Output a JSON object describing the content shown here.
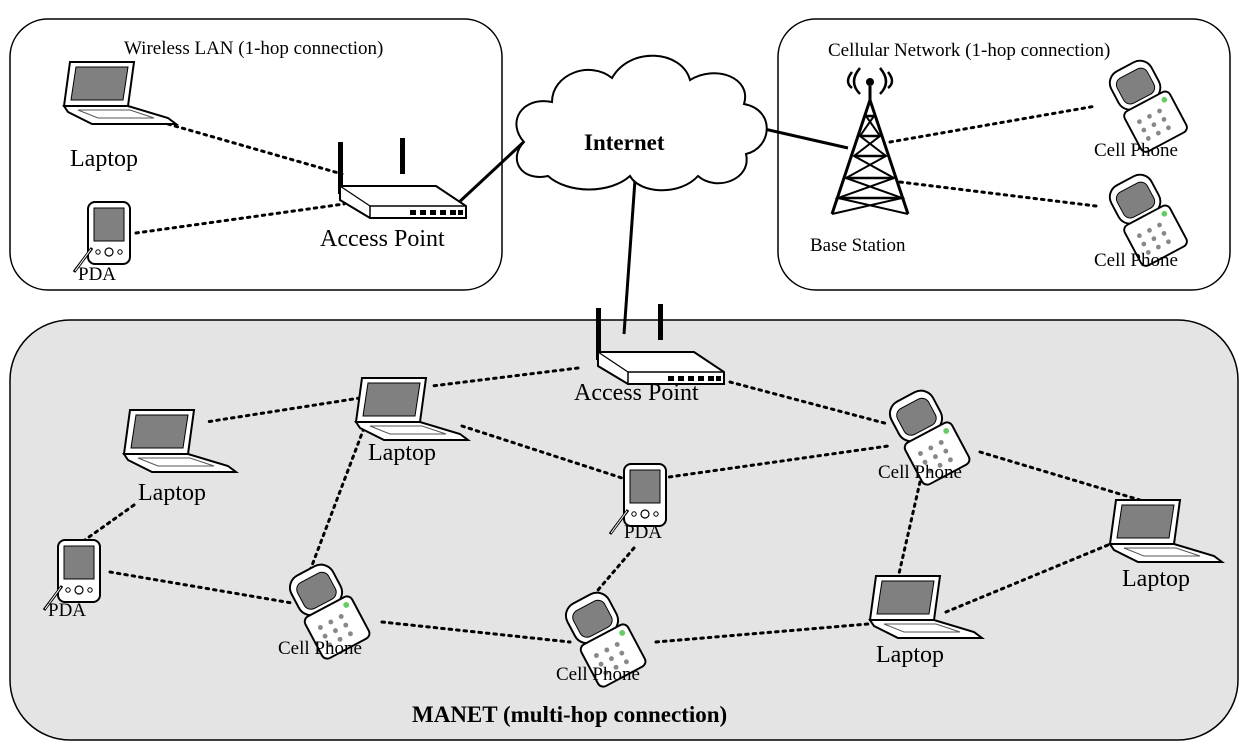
{
  "colors": {
    "manet_fill": "#e4e4e4",
    "screen": "#808080",
    "ink": "#000000"
  },
  "icons": {
    "laptop": "laptop-icon",
    "pda": "pda-icon",
    "cell_phone": "cell-phone-icon",
    "access_point": "access-point-icon",
    "base_station": "base-station-tower-icon",
    "internet": "internet-cloud-icon"
  },
  "wlan": {
    "title": "Wireless LAN (1-hop connection)",
    "laptop": "Laptop",
    "pda": "PDA",
    "access_point": "Access Point"
  },
  "internet": {
    "label": "Internet"
  },
  "cellular": {
    "title": "Cellular Network (1-hop connection)",
    "base_station": "Base Station",
    "phone_1": "Cell Phone",
    "phone_2": "Cell Phone"
  },
  "manet": {
    "title": "MANET (multi-hop connection)",
    "access_point": "Access Point",
    "laptop_a": "Laptop",
    "laptop_b": "Laptop",
    "laptop_c": "Laptop",
    "laptop_d": "Laptop",
    "pda_a": "PDA",
    "pda_b": "PDA",
    "phone_a": "Cell Phone",
    "phone_b": "Cell Phone",
    "phone_c": "Cell Phone"
  }
}
